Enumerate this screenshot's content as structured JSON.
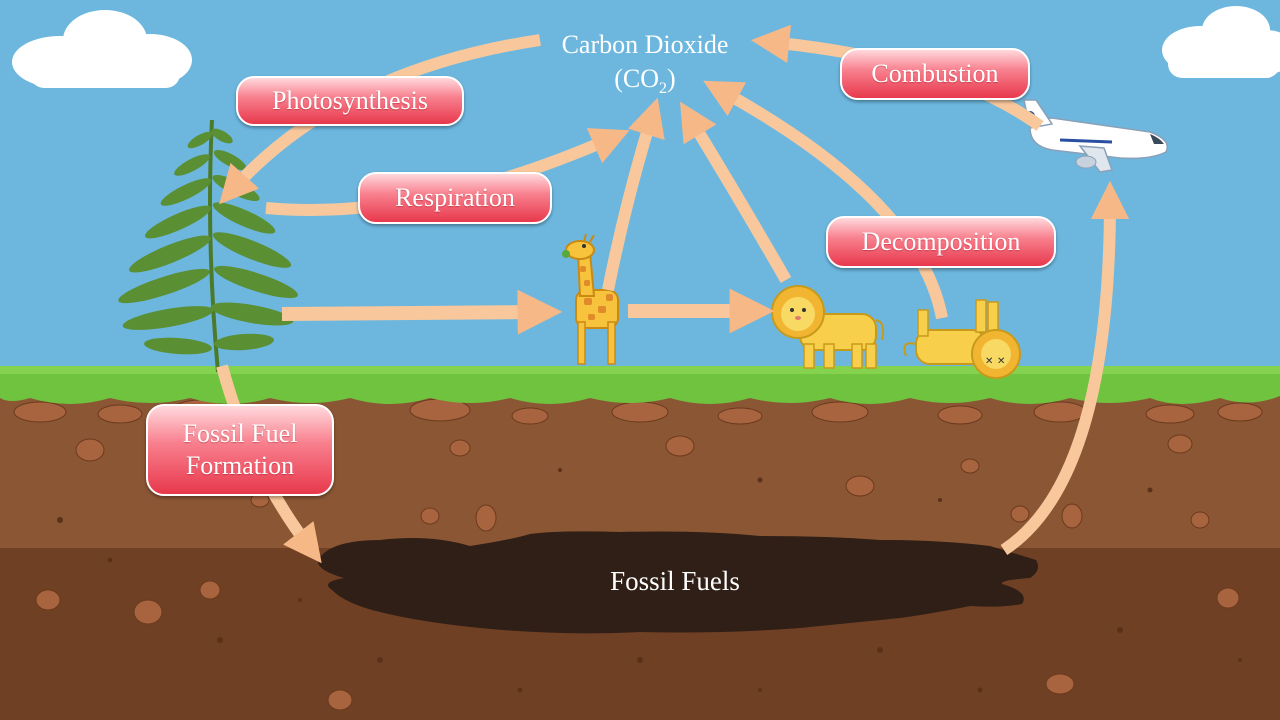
{
  "co2": {
    "line1": "Carbon Dioxide",
    "line2_prefix": "(CO",
    "line2_sub": "2",
    "line2_suffix": ")"
  },
  "processes": {
    "photosynthesis": "Photosynthesis",
    "respiration": "Respiration",
    "combustion": "Combustion",
    "decomposition": "Decomposition",
    "fossil_fuel_formation": [
      "Fossil Fuel",
      "Formation"
    ]
  },
  "reservoir": {
    "fossil_fuels": "Fossil Fuels"
  },
  "colors": {
    "sky": "#6fb8e0",
    "grass": "#6fc23d",
    "soil": "#8a5431",
    "deep_soil": "#6e3f22",
    "fossil": "#2e1e15",
    "arrow": "#f8c89c",
    "pill": "#ea4155"
  }
}
